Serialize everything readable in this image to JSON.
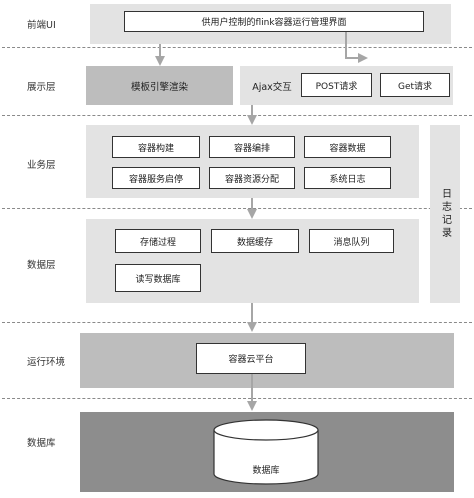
{
  "layers": {
    "frontend": "前端UI",
    "display": "展示层",
    "business": "业务层",
    "data": "数据层",
    "runtime": "运行环境",
    "database": "数据库"
  },
  "frontend": {
    "title": "供用户控制的flink容器运行管理界面"
  },
  "display": {
    "template_render": "模板引擎渲染",
    "ajax": "Ajax交互",
    "post": "POST请求",
    "get": "Get请求"
  },
  "business": {
    "items": [
      "容器构建",
      "容器编排",
      "容器数据",
      "容器服务启停",
      "容器资源分配",
      "系统日志"
    ]
  },
  "data": {
    "items": [
      "存储过程",
      "数据缓存",
      "消息队列",
      "读写数据库"
    ]
  },
  "log": {
    "label": "日志记录"
  },
  "runtime": {
    "platform": "容器云平台"
  },
  "database": {
    "label": "数据库"
  },
  "colors": {
    "panel_light": "#e3e3e3",
    "panel_mid": "#bdbdbd",
    "panel_dark": "#8d8d8d",
    "arrow": "#a6a6a6"
  }
}
